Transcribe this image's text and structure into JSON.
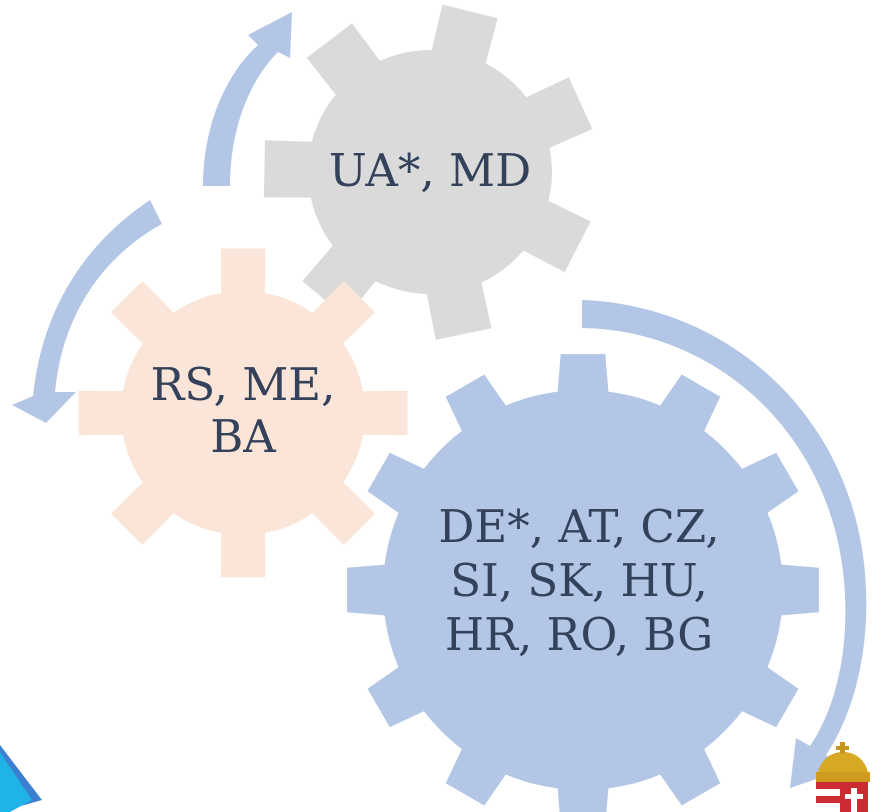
{
  "colors": {
    "gear_gray": "#dadada",
    "gear_peach": "#fbe5d8",
    "gear_blue": "#b3c6e6",
    "arrow": "#b3c6e6",
    "text": "#34415a",
    "corner_cyan": "#1fb3e8",
    "crest_red": "#cc2b32",
    "crest_gold": "#d6a823"
  },
  "gears": [
    {
      "id": "gear-east",
      "lines": [
        "UA*, MD"
      ]
    },
    {
      "id": "gear-west-balkans",
      "lines": [
        "RS, ME,",
        "BA"
      ]
    },
    {
      "id": "gear-eu-danube",
      "lines": [
        "DE*, AT, CZ,",
        "SI, SK, HU,",
        "HR, RO, BG"
      ]
    }
  ],
  "icons": {
    "arrow": "curved-arrow-icon",
    "crest": "hungarian-crest-icon",
    "corner": "corner-decoration"
  }
}
